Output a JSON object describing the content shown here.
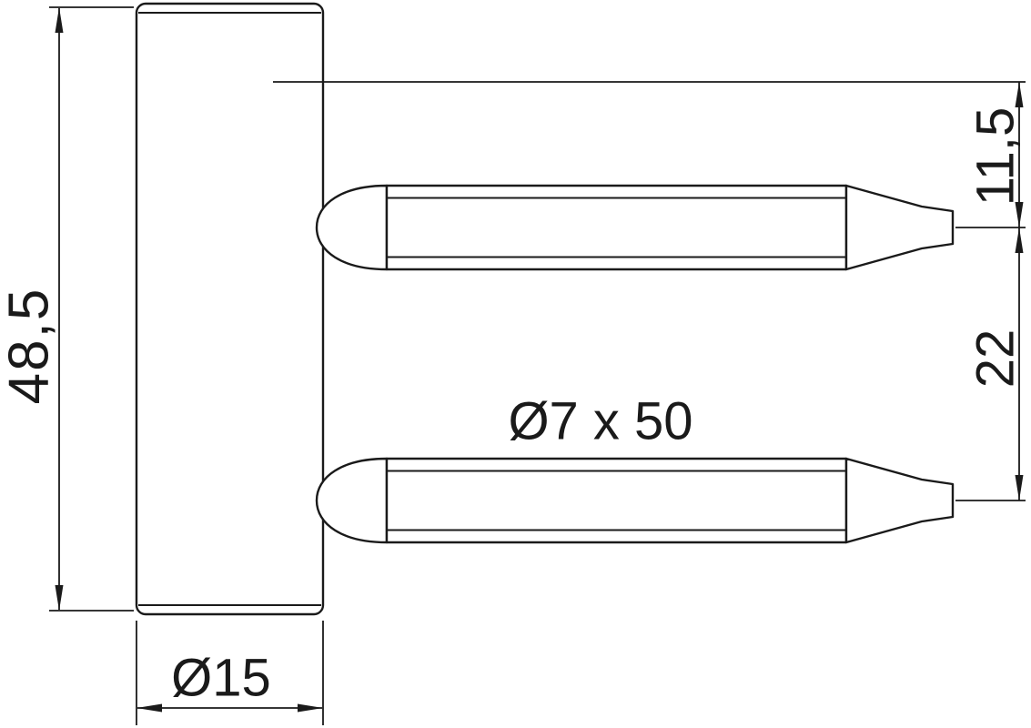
{
  "page": {
    "background": "#ffffff",
    "line_color": "#1a1a1a"
  },
  "drawing": {
    "type": "technical-drawing",
    "labels": {
      "body_height": "48,5",
      "body_diameter": "Ø15",
      "pin_spec": "Ø7 x 50",
      "top_to_upper_pin": "11,5",
      "pin_spacing": "22"
    }
  }
}
